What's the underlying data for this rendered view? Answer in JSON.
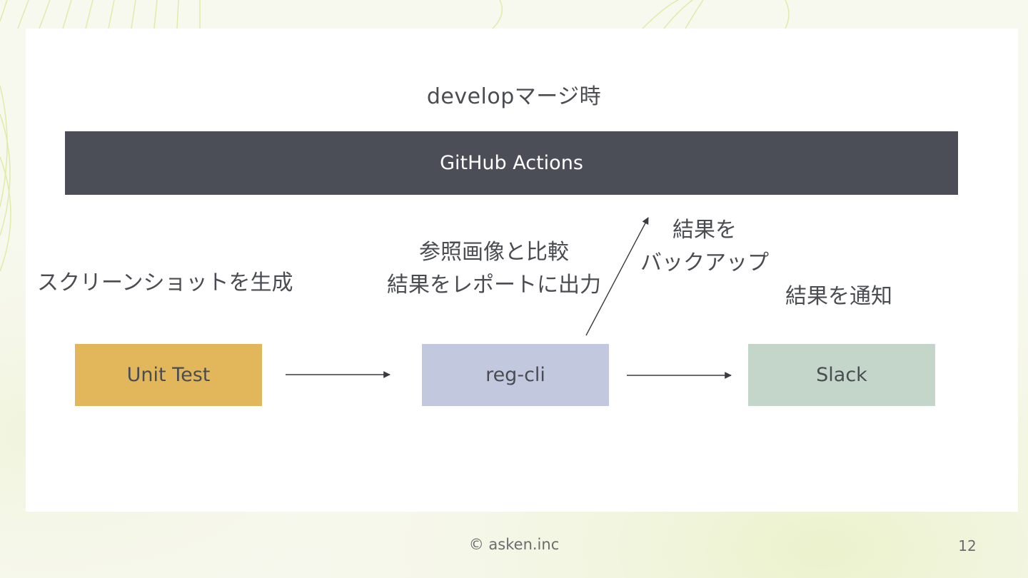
{
  "slide": {
    "title": "developマージ時",
    "pipeline_label": "GitHub Actions",
    "nodes": {
      "unit_test": "Unit Test",
      "reg_cli": "reg-cli",
      "slack": "Slack"
    },
    "captions": {
      "screenshot": "スクリーンショットを生成",
      "compare_line1": "参照画像と比較",
      "compare_line2": "結果をレポートに出力",
      "backup_line1": "結果を",
      "backup_line2": "バックアップ",
      "notify": "結果を通知"
    },
    "colors": {
      "pipeline_bar": "#4b4e57",
      "unit_test": "#e2b75c",
      "reg_cli": "#c2c9de",
      "slack": "#c4d6c9"
    }
  },
  "footer": {
    "copyright": "© asken.inc",
    "page_number": "12"
  }
}
